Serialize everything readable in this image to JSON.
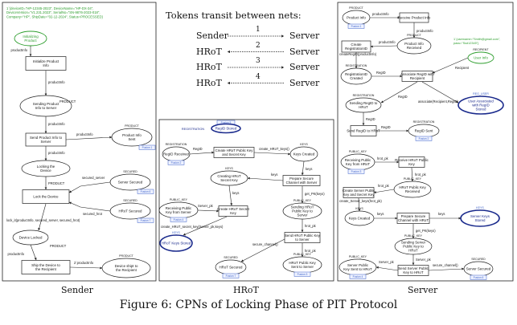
{
  "caption": "Figure 6: CPNs of Locking Phase of PIT Protocol",
  "tokens": {
    "title": "Tokens transit between nets:",
    "rows": [
      {
        "left": "Sender",
        "num": "1",
        "right": "Server",
        "dir": "right"
      },
      {
        "left": "HRoT",
        "num": "2",
        "right": "Server",
        "dir": "left"
      },
      {
        "left": "HRoT",
        "num": "3",
        "right": "Server",
        "dir": "right"
      },
      {
        "left": "HRoT",
        "num": "4",
        "right": "Server",
        "dir": "left"
      }
    ]
  },
  "labels": {
    "sender": "Sender",
    "hrot": "HRoT",
    "server": "Server"
  },
  "colors": {
    "place_green": "#2e9e2e",
    "fusion_blue": "#1a2a8c",
    "port_blue": "#3a5fc8",
    "line": "#222222"
  },
  "sender": {
    "init_token": "1`{deviceID=\"HP-12345-2023\", DeviceName=\"HP-DX-34\", DeviceVersion=\"V1.231.2023\", SerialNo=\"SN-9876-2023-018\", Company=\"HP\", ShipDate=\"02-12-2024\", Status=PROCESSED}",
    "nodes": [
      {
        "id": "s_init_place",
        "type": "place",
        "green": true,
        "text": "Initializing Product"
      },
      {
        "id": "s_init_trans",
        "type": "transition",
        "text": "Initialize Product Info"
      },
      {
        "id": "s_send_place",
        "type": "place",
        "text": "Sending Product Info to Server"
      },
      {
        "id": "s_send_trans",
        "type": "transition",
        "text": "Send Product Info to Server"
      },
      {
        "id": "s_prodinfo_place",
        "type": "place",
        "text": "Product Info Sent",
        "tag": "PRODUCT",
        "port": "Fusion 1"
      },
      {
        "id": "s_locking_place",
        "type": "place",
        "text": "Locking the Device"
      },
      {
        "id": "s_server_secured",
        "type": "place",
        "text": "Server Secured",
        "tag": "SECURED",
        "port": "Fusion 6"
      },
      {
        "id": "s_lock_trans",
        "type": "transition",
        "text": "Lock the Device"
      },
      {
        "id": "s_hrot_secured",
        "type": "place",
        "text": "HRoT Secured",
        "tag": "SECURED",
        "port": "Fusion 7"
      },
      {
        "id": "s_locked_place",
        "type": "place",
        "text": "Device Locked"
      },
      {
        "id": "s_ship_trans",
        "type": "transition",
        "text": "Ship the Device to the Recipient"
      },
      {
        "id": "s_shipped_place",
        "type": "place",
        "text": "Device shipt to the Recipient",
        "tag": "PRODUCT"
      }
    ],
    "arc_labels": [
      "productInfo",
      "PRODUCT",
      "productInfo",
      "productInfo",
      "productInfo",
      "PRODUCT",
      "secured_server",
      "secured_hrot",
      "lock_it(productInfo, secured_server, secured_hrot)",
      "PRODUCT",
      "productInfo",
      "2`productInfo"
    ]
  },
  "hrot": {
    "fusion_top": "RegID Stored",
    "fusion_top_tag": "REGISTRATION",
    "nodes": [
      {
        "id": "h_regid_recv",
        "type": "place",
        "text": "RegID Received",
        "tag": "REGISTRATION",
        "port": "Fusion 2"
      },
      {
        "id": "h_create_keys",
        "type": "transition",
        "text": "Create HRoT Public Key and Secret Key"
      },
      {
        "id": "h_keys_created",
        "type": "place",
        "text": "Keys Created",
        "tag": "KEYS"
      },
      {
        "id": "h_creating_secret",
        "type": "place",
        "text": "Creating HRoT Secret Key",
        "tag": "KEYS"
      },
      {
        "id": "h_prepare_secure",
        "type": "transition",
        "text": "Prepare Secure Channel with Server"
      },
      {
        "id": "h_recv_pubkey",
        "type": "place",
        "text": "Receiving Public Key from Server",
        "tag": "PUBLIC_KEY",
        "port": "Fusion 4"
      },
      {
        "id": "h_create_secret",
        "type": "transition",
        "text": "Create HRoT Secret Key"
      },
      {
        "id": "h_sending_pk",
        "type": "place",
        "text": "Sending HRoT Public Key to Server",
        "tag": "PUBLIC_KEY"
      },
      {
        "id": "h_send_pk",
        "type": "transition",
        "text": "Send HRoT Public Key to Server"
      },
      {
        "id": "h_keys_stored",
        "type": "place",
        "text": "HRoT Keys Stored",
        "tag": "KEYS",
        "fusion": true
      },
      {
        "id": "h_pk_sent",
        "type": "place",
        "text": "HRoT Public Key Sent to Server",
        "tag": "PUBLIC_KEY",
        "port": "Fusion 3"
      },
      {
        "id": "h_secured",
        "type": "place",
        "text": "HRoT Secured",
        "tag": "SECURED",
        "port": "Fusion 7"
      }
    ],
    "arc_labels": [
      "RegID",
      "create_HRoT_keys()",
      "keys",
      "keys",
      "keys",
      "get_PK(keys)",
      "Server_pk",
      "hrot_pk",
      "hrot_pk",
      "create_HRoT_secret_key(Server_pk,keys)",
      "secure_channel()"
    ]
  },
  "server": {
    "nodes": [
      {
        "id": "v_prod_info",
        "type": "place",
        "text": "Product Info",
        "tag": "PRODUCT",
        "port": "Fusion 1"
      },
      {
        "id": "v_receive",
        "type": "transition",
        "text": "Receive Product Info"
      },
      {
        "id": "v_create_reg",
        "type": "transition",
        "text": "Create RegistrationID"
      },
      {
        "id": "v_prodinfo_recv",
        "type": "place",
        "text": "Product Info Received",
        "tag": "PRODUCT"
      },
      {
        "id": "v_user_info",
        "type": "place",
        "green": true,
        "text": "User Info",
        "tag": "RECIPIENT"
      },
      {
        "id": "v_regid_created",
        "type": "place",
        "text": "RegistrationID Created",
        "tag": "REGISTRATION"
      },
      {
        "id": "v_associate",
        "type": "transition",
        "text": "Associate RegID with Recipient"
      },
      {
        "id": "v_sending_regid",
        "type": "place",
        "text": "Sending RegID to HRoT",
        "tag": "REGISTRATION"
      },
      {
        "id": "v_user_assoc",
        "type": "place",
        "fusion": true,
        "text": "User Associated with RegID Stored",
        "tag": "REG_USER"
      },
      {
        "id": "v_send_regid",
        "type": "transition",
        "text": "Send RegID to HRoT"
      },
      {
        "id": "v_regid_sent",
        "type": "place",
        "text": "RegID Sent",
        "tag": "REGISTRATION",
        "port": "Fusion 2"
      },
      {
        "id": "v_recv_pk",
        "type": "place",
        "text": "Receiving Public Key from HRoT",
        "tag": "PUBLIC_KEY",
        "port": "Fusion 3"
      },
      {
        "id": "v_receive_pk",
        "type": "transition",
        "text": "Receive HRoT Public Key"
      },
      {
        "id": "v_hrot_pk_recv",
        "type": "place",
        "text": "HRoT Public Key Received",
        "tag": "PUBLIC_KEY"
      },
      {
        "id": "v_create_server_pk",
        "type": "transition",
        "text": "Create Server Public Key and Secret Key"
      },
      {
        "id": "v_keys_created",
        "type": "place",
        "text": "Keys Created",
        "tag": "KEYS"
      },
      {
        "id": "v_prepare",
        "type": "transition",
        "text": "Prepare Secure Channel with HRoT"
      },
      {
        "id": "v_keys_stored",
        "type": "place",
        "fusion": true,
        "text": "Server Keys Stored",
        "tag": "KEYS"
      },
      {
        "id": "v_sending_pk",
        "type": "place",
        "text": "Sending Server Public Key to HRoT",
        "tag": "PUBLIC_KEY"
      },
      {
        "id": "v_pk_sent",
        "type": "place",
        "text": "Server Public Key Sent to HRoT",
        "tag": "PUBLIC_KEY",
        "port": "Fusion 4"
      },
      {
        "id": "v_send_pk",
        "type": "transition",
        "text": "Send Server Public Key to HRoT"
      },
      {
        "id": "v_secured",
        "type": "place",
        "text": "Server Secured",
        "tag": "SECURED",
        "port": "Fusion 6"
      }
    ],
    "user_token": "1`{username=\"Smith@gmail.com\", pass=\"Ssd12345\"}",
    "arc_labels": [
      "productInfo",
      "productInfo",
      "createRegID(productInfo)",
      "Recipient",
      "RegID",
      "associate(Recipient,RegID)",
      "RegID",
      "RegID",
      "hrot_pk",
      "hrot_pk",
      "create_Server_keys(hrot_pk)",
      "keys",
      "keys",
      "get_PK(keys)",
      "Server_pk",
      "Server_pk",
      "secure_channel()"
    ]
  }
}
